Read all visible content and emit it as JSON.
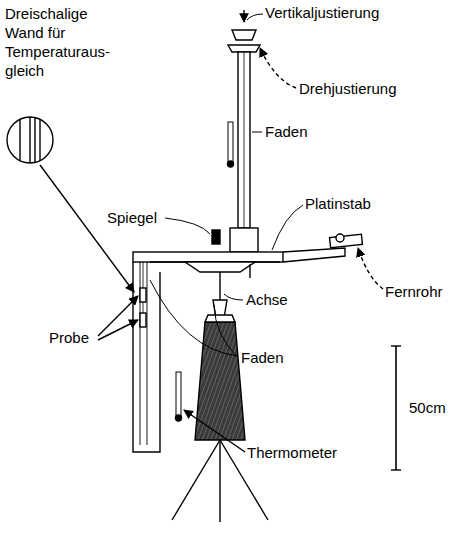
{
  "diagram": {
    "labels": [
      "Dreischalige Wand für Temperaturaus- gleich",
      "Vertikaljustierung",
      "Drehjustierung",
      "Faden",
      "Platinstab",
      "Spiegel",
      "Achse",
      "Fernrohr",
      "Probe",
      "Faden",
      "50cm",
      "Thermometer"
    ]
  }
}
